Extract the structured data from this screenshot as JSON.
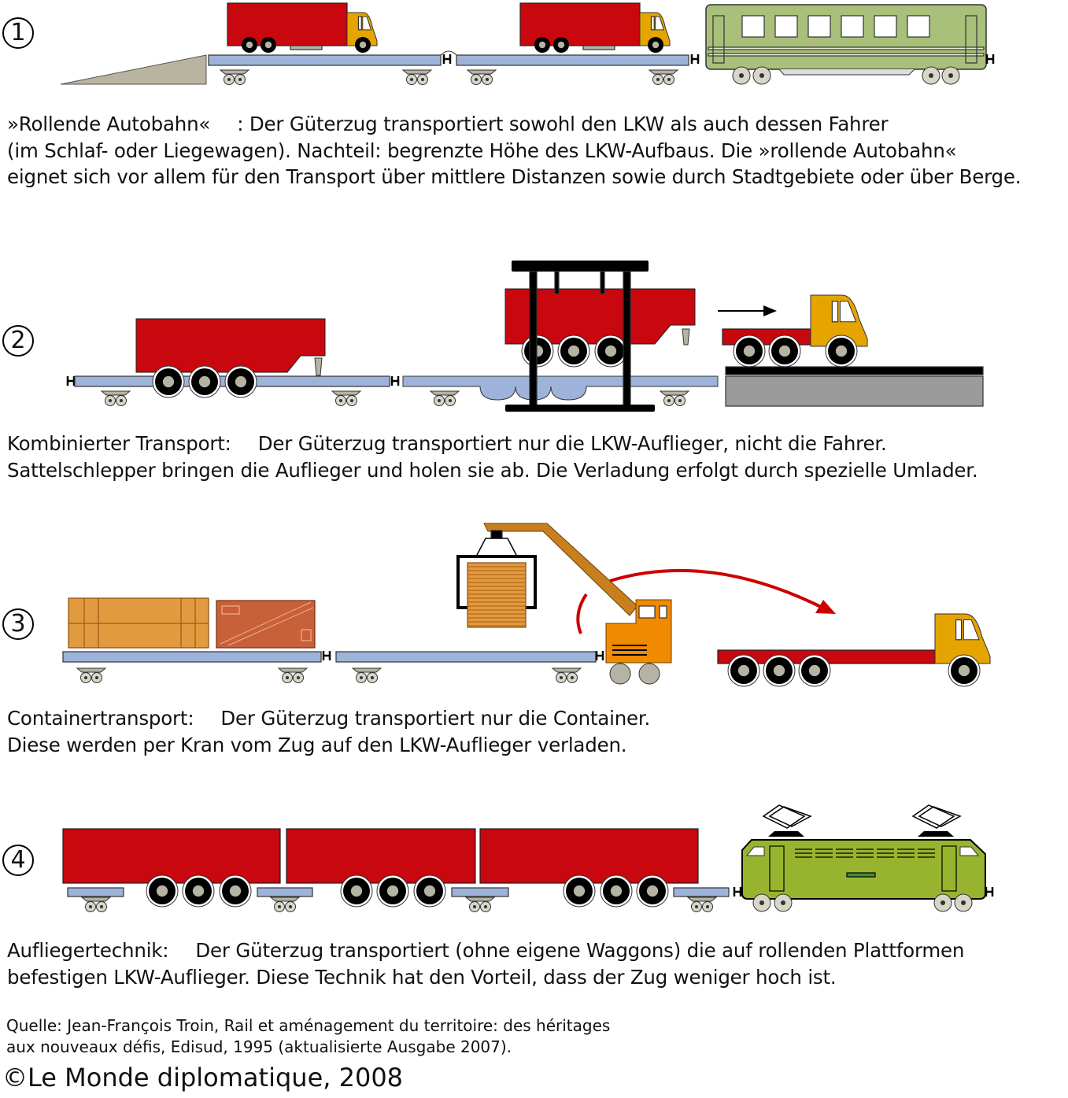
{
  "sections": [
    {
      "number": "1",
      "label": "»Rollende Autobahn«",
      "lines": [
        ": Der Güterzug transportiert sowohl den LKW als auch dessen Fahrer",
        "(im Schlaf- oder Liegewagen). Nachteil: begrenzte Höhe des LKW-Aufbaus. Die »rollende Autobahn«",
        "eignet sich vor allem für den Transport über mittlere Distanzen sowie durch Stadtgebiete oder über Berge."
      ]
    },
    {
      "number": "2",
      "label": "Kombinierter Transport:",
      "lines": [
        "Der Güterzug transportiert nur die LKW-Auflieger, nicht die Fahrer.",
        "Sattelschlepper bringen die Auflieger und holen sie ab. Die Verladung erfolgt durch spezielle Umlader."
      ]
    },
    {
      "number": "3",
      "label": "Containertransport:",
      "lines": [
        "Der Güterzug transportiert nur die Container.",
        "Diese werden per Kran vom Zug auf den LKW-Auflieger verladen."
      ]
    },
    {
      "number": "4",
      "label": "Aufliegertechnik:",
      "lines": [
        "Der Güterzug transportiert (ohne eigene Waggons) die auf rollenden Plattformen",
        "befestigen LKW-Auflieger. Diese Technik hat den Vorteil, dass der Zug weniger hoch ist."
      ]
    }
  ],
  "source": [
    "Quelle: Jean-François Troin, Rail et aménagement du territoire: des héritages",
    "aux nouveaux défis, Edisud, 1995 (aktualisierte Ausgabe  2007)."
  ],
  "copyright": "©Le Monde diplomatique, 2008",
  "colors": {
    "trailer": "#c8070e",
    "cab": "#e5a400",
    "flatcar": "#9db3d9",
    "passenger_car": "#a9c07a",
    "locomotive": "#98b42e",
    "platform": "#9b9b9b",
    "container_1": "#e29a3e",
    "container_2": "#c8603a",
    "crane": "#c8801e",
    "crane_cab": "#f08a00"
  }
}
